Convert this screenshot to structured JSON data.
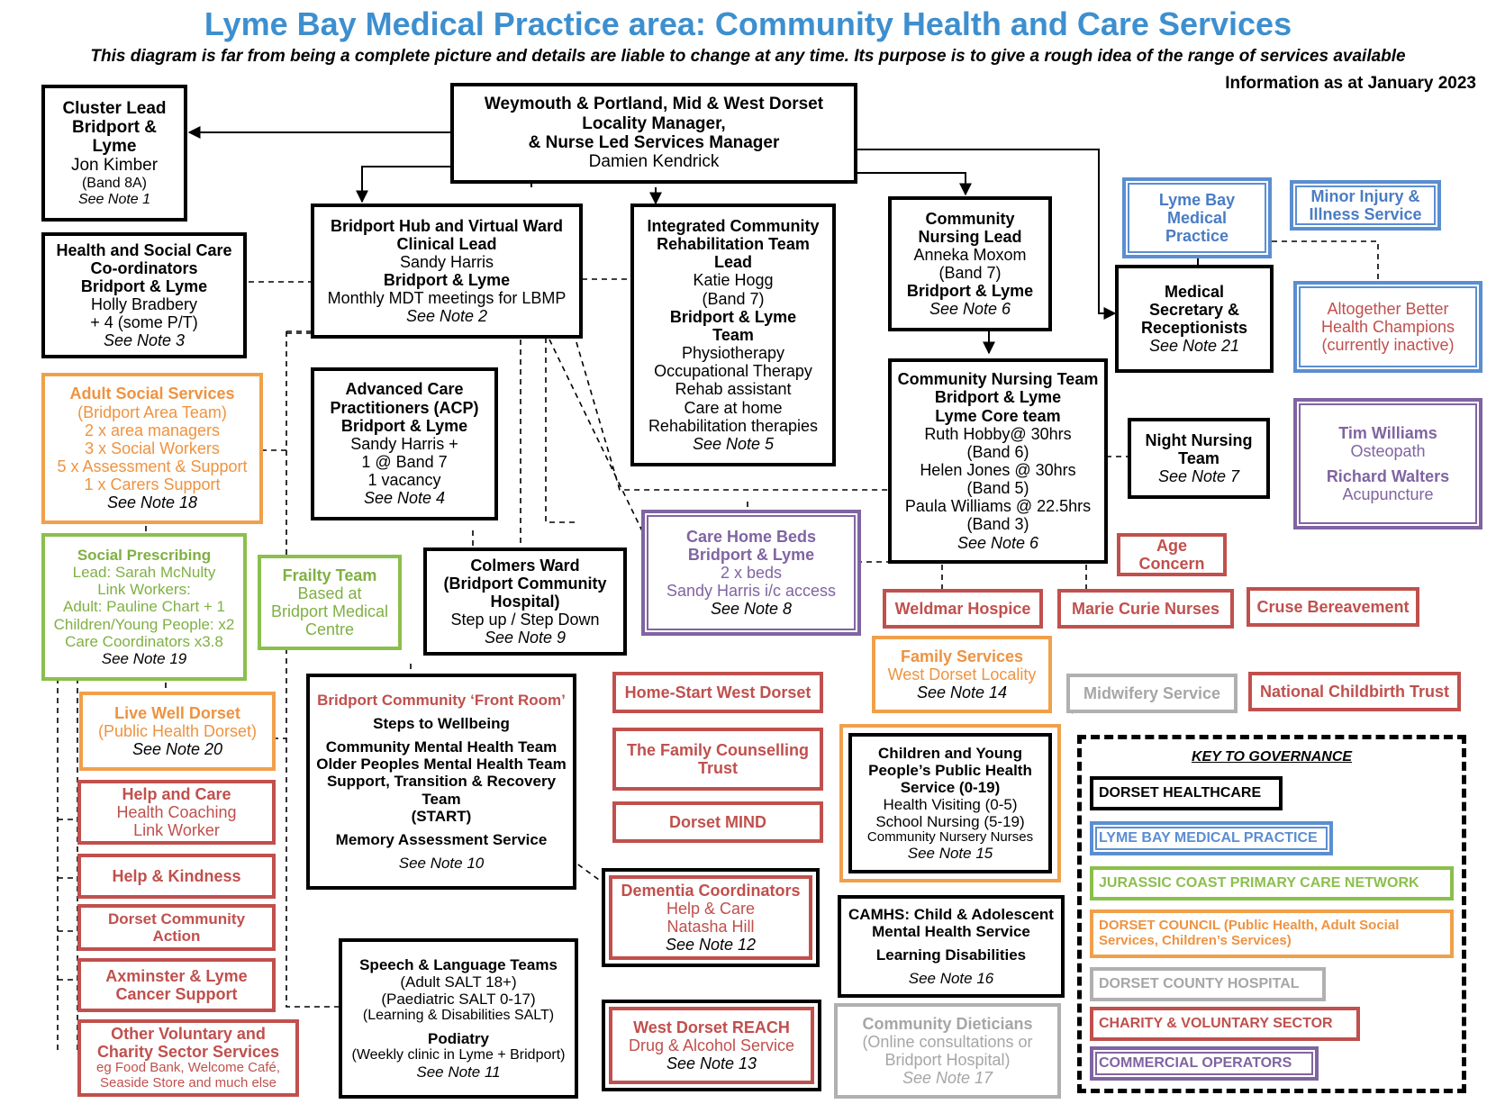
{
  "header": {
    "title": "Lyme Bay Medical Practice area: Community Health and Care Services",
    "subtitle": "This diagram is far from being a complete picture and details are liable to change at any time. Its purpose is to give a rough idea of the range of services available",
    "date": "Information as at January 2023"
  },
  "colors": {
    "title": "#3d8fcf",
    "dorset_healthcare": "#000000",
    "lyme_bay_medical_practice": "#5b8ed1",
    "jurassic_coast_pcn": "#8bbf4d",
    "dorset_council": "#f0a04b",
    "dorset_county_hospital": "#b0b0b0",
    "charity_voluntary": "#c0504d",
    "commercial": "#8064a2"
  },
  "boxes": {
    "locality": {
      "l1": "Weymouth & Portland, Mid & West Dorset",
      "l2": "Locality Manager,",
      "l3": "& Nurse Led Services Manager",
      "l4": "Damien Kendrick"
    },
    "cluster": {
      "l1": "Cluster Lead",
      "l2": "Bridport &",
      "l3": "Lyme",
      "l4": "Jon Kimber",
      "l5": "(Band 8A)",
      "l6": "See Note 1"
    },
    "hsc": {
      "l1": "Health and Social Care",
      "l2": "Co-ordinators",
      "l3": "Bridport & Lyme",
      "l4": "Holly Bradbery",
      "l5": "+ 4 (some P/T)",
      "l6": "See Note 3"
    },
    "hub": {
      "l1": "Bridport Hub and Virtual Ward",
      "l2": "Clinical Lead",
      "l3": "Sandy Harris",
      "l4": "Bridport & Lyme",
      "l5": "Monthly MDT meetings for LBMP",
      "l6": "See Note 2"
    },
    "icrt": {
      "l1": "Integrated Community",
      "l2": "Rehabilitation Team",
      "l3": "Lead",
      "l4": "Katie Hogg",
      "l5": "(Band 7)",
      "l6": "Bridport & Lyme",
      "l7": "Team",
      "l8": "Physiotherapy",
      "l9": "Occupational Therapy",
      "l10": "Rehab assistant",
      "l11": "Care at home",
      "l12": "Rehabilitation therapies",
      "l13": "See Note 5"
    },
    "cnl": {
      "l1": "Community",
      "l2": "Nursing Lead",
      "l3": "Anneka Moxom",
      "l4": "(Band 7)",
      "l5": "Bridport & Lyme",
      "l6": "See Note 6"
    },
    "lbmp": {
      "l1": "Lyme Bay",
      "l2": "Medical",
      "l3": "Practice"
    },
    "miis": {
      "l1": "Minor Injury &",
      "l2": "Illness Service"
    },
    "medsec": {
      "l1": "Medical",
      "l2": "Secretary &",
      "l3": "Receptionists",
      "l4": "See Note 21"
    },
    "abhc": {
      "l1": "Altogether Better",
      "l2": "Health Champions",
      "l3": "(currently inactive)"
    },
    "ass": {
      "l1": "Adult Social Services",
      "l2": "(Bridport Area Team)",
      "l3": "2 x area managers",
      "l4": "3 x Social Workers",
      "l5": "5 x Assessment & Support",
      "l6": "1 x Carers Support",
      "l7": "See Note 18"
    },
    "acp": {
      "l1": "Advanced Care",
      "l2": "Practitioners (ACP)",
      "l3": "Bridport & Lyme",
      "l4": "Sandy Harris +",
      "l5": "1 @ Band 7",
      "l6": "1 vacancy",
      "l7": "See Note 4"
    },
    "cnt": {
      "l1": "Community Nursing Team",
      "l2": "Bridport & Lyme",
      "l3": "Lyme Core team",
      "l4": "Ruth Hobby@ 30hrs",
      "l5": "(Band 6)",
      "l6": "Helen Jones @ 30hrs",
      "l7": "(Band 5)",
      "l8": "Paula Williams @ 22.5hrs",
      "l9": "(Band 3)",
      "l10": "See Note 6"
    },
    "night": {
      "l1": "Night Nursing",
      "l2": "Team",
      "l3": "See Note 7"
    },
    "tw": {
      "l1": "Tim Williams",
      "l2": "Osteopath",
      "l3": "Richard Walters",
      "l4": "Acupuncture"
    },
    "sp": {
      "l1": "Social Prescribing",
      "l2": "Lead: Sarah McNulty",
      "l3": "Link Workers:",
      "l4": "Adult: Pauline Chart + 1",
      "l5": "Children/Young People: x2",
      "l6": "Care Coordinators x3.8",
      "l7": "See Note 19"
    },
    "frailty": {
      "l1": "Frailty Team",
      "l2": "Based at",
      "l3": "Bridport Medical",
      "l4": "Centre"
    },
    "colmers": {
      "l1": "Colmers Ward",
      "l2": "(Bridport Community",
      "l3": "Hospital)",
      "l4": "Step up / Step Down",
      "l5": "See Note 9"
    },
    "chb": {
      "l1": "Care Home Beds",
      "l2": "Bridport & Lyme",
      "l3": "2 x beds",
      "l4": "Sandy Harris i/c access",
      "l5": "See Note 8"
    },
    "age": "Age Concern",
    "weldmar": "Weldmar Hospice",
    "marie": "Marie Curie Nurses",
    "cruse": "Cruse Bereavement",
    "fs": {
      "l1": "Family Services",
      "l2": "West Dorset Locality",
      "l3": "See Note 14"
    },
    "midwifery": "Midwifery Service",
    "nct": "National Childbirth Trust",
    "lwd": {
      "l1": "Live Well Dorset",
      "l2": "(Public Health Dorset)",
      "l3": "See Note 20"
    },
    "frontroom": {
      "l1": "Bridport Community ‘Front Room’",
      "l2": "Steps to Wellbeing",
      "l3": "Community Mental Health Team",
      "l4": "Older Peoples Mental Health Team",
      "l5": "Support, Transition & Recovery Team",
      "l6": "(START)",
      "l7": "Memory Assessment Service",
      "l8": "See Note 10"
    },
    "homestart": "Home-Start West Dorset",
    "tfct": {
      "l1": "The Family Counselling",
      "l2": "Trust"
    },
    "mind": "Dorset MIND",
    "cyp": {
      "l1": "Children and Young",
      "l2": "People’s Public Health",
      "l3": "Service (0-19)",
      "l4": "Health Visiting (0-5)",
      "l5": "School Nursing (5-19)",
      "l6": "Community Nursery Nurses",
      "l7": "See Note 15"
    },
    "hac": {
      "l1": "Help and Care",
      "l2": "Health Coaching",
      "l3": "Link Worker"
    },
    "hk": "Help & Kindness",
    "dca": "Dorset Community Action",
    "dementia": {
      "l1": "Dementia Coordinators",
      "l2": "Help & Care",
      "l3": "Natasha Hill",
      "l4": "See Note 12"
    },
    "camhs": {
      "l1": "CAMHS: Child & Adolescent",
      "l2": "Mental Health Service",
      "l3": "Learning Disabilities",
      "l4": "See Note 16"
    },
    "axm": {
      "l1": "Axminster & Lyme",
      "l2": "Cancer Support"
    },
    "slt": {
      "l1": "Speech & Language Teams",
      "l2": "(Adult SALT 18+)",
      "l3": "(Paediatric SALT 0-17)",
      "l4": "(Learning & Disabilities SALT)",
      "l5": "Podiatry",
      "l6": "(Weekly clinic in Lyme + Bridport)",
      "l7": "See Note 11"
    },
    "reach": {
      "l1": "West Dorset REACH",
      "l2": "Drug & Alcohol Service",
      "l3": "See Note 13"
    },
    "diet": {
      "l1": "Community Dieticians",
      "l2": "(Online consultations or",
      "l3": "Bridport Hospital)",
      "l4": "See Note 17"
    },
    "ovc": {
      "l1": "Other Voluntary and",
      "l2": "Charity Sector Services",
      "l3": "eg Food Bank, Welcome Café,",
      "l4": "Seaside Store and much else"
    }
  },
  "key": {
    "title": "KEY TO GOVERNANCE",
    "items": [
      "DORSET HEALTHCARE",
      "LYME BAY MEDICAL PRACTICE",
      "JURASSIC COAST PRIMARY CARE NETWORK",
      "DORSET COUNCIL (Public Health, Adult Social Services, Children’s Services)",
      "DORSET COUNTY HOSPITAL",
      "CHARITY & VOLUNTARY SECTOR",
      "COMMERCIAL OPERATORS"
    ]
  }
}
